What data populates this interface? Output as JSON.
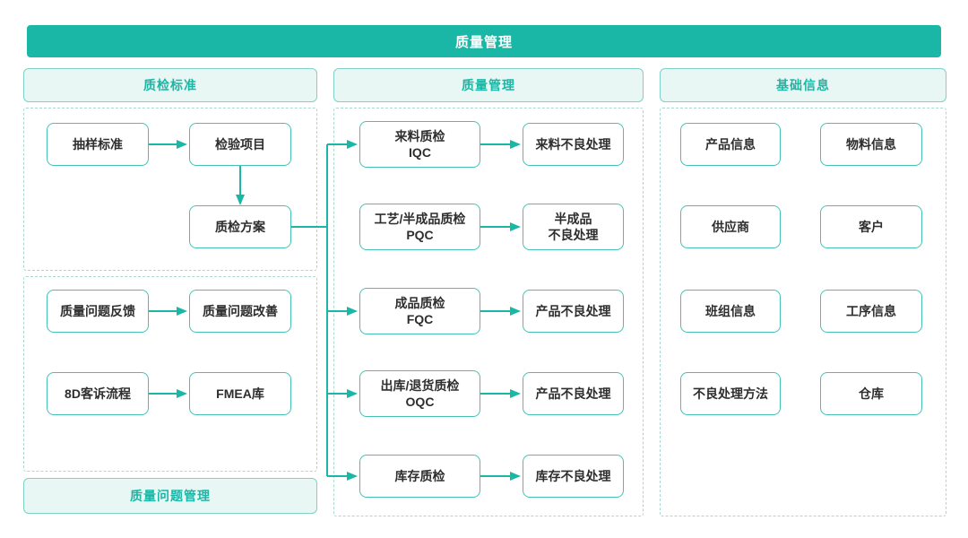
{
  "banner": {
    "title": "质量管理"
  },
  "headers": {
    "left": "质检标准",
    "middle": "质量管理",
    "right": "基础信息",
    "left_footer": "质量问题管理"
  },
  "standards": {
    "sampling": "抽样标准",
    "inspection_item": "检验项目",
    "inspection_plan": "质检方案"
  },
  "issues": {
    "feedback": "质量问题反馈",
    "improvement": "质量问题改善",
    "complaint_8d": "8D客诉流程",
    "fmea": "FMEA库"
  },
  "quality_rows": [
    {
      "left1": "来料质检",
      "left2": "IQC",
      "right1": "来料不良处理",
      "right2": ""
    },
    {
      "left1": "工艺/半成品质检",
      "left2": "PQC",
      "right1": "半成品",
      "right2": "不良处理"
    },
    {
      "left1": "成品质检",
      "left2": "FQC",
      "right1": "产品不良处理",
      "right2": ""
    },
    {
      "left1": "出库/退货质检",
      "left2": "OQC",
      "right1": "产品不良处理",
      "right2": ""
    },
    {
      "left1": "库存质检",
      "left2": "",
      "right1": "库存不良处理",
      "right2": ""
    }
  ],
  "basics": {
    "items": [
      "产品信息",
      "物料信息",
      "供应商",
      "客户",
      "班组信息",
      "工序信息",
      "不良处理方法",
      "仓库"
    ]
  },
  "colors": {
    "accent": "#1bb7a6",
    "header_bg": "#e9f7f4",
    "header_border": "#7fd0c7",
    "box_border": "#45c2b5",
    "dashed": "#a9d8d2",
    "text": "#2e2e2e"
  }
}
